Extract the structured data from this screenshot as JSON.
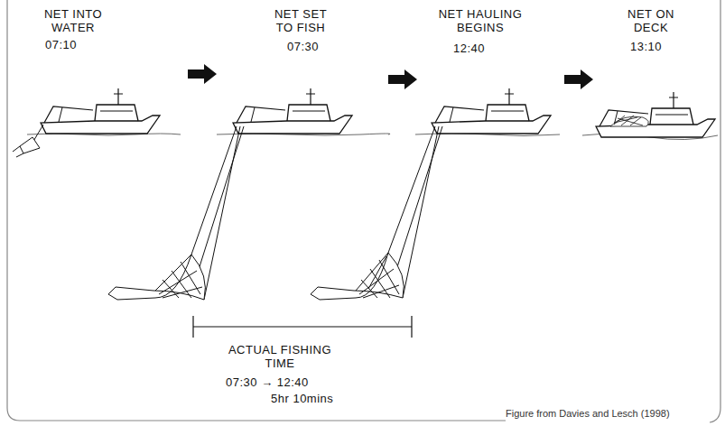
{
  "diagram": {
    "caption": "Figure from Davies and Lesch (1998)",
    "labels": [
      "NET INTO WATER",
      "07:10",
      "NET SET TO FISH",
      "07:30",
      "NET HAULING BEGINS",
      "12:40",
      "NET ON DECK",
      "13:10",
      "ACTUAL FISHING TIME",
      "07:30 → 12:40",
      "5hr 10mins"
    ]
  }
}
